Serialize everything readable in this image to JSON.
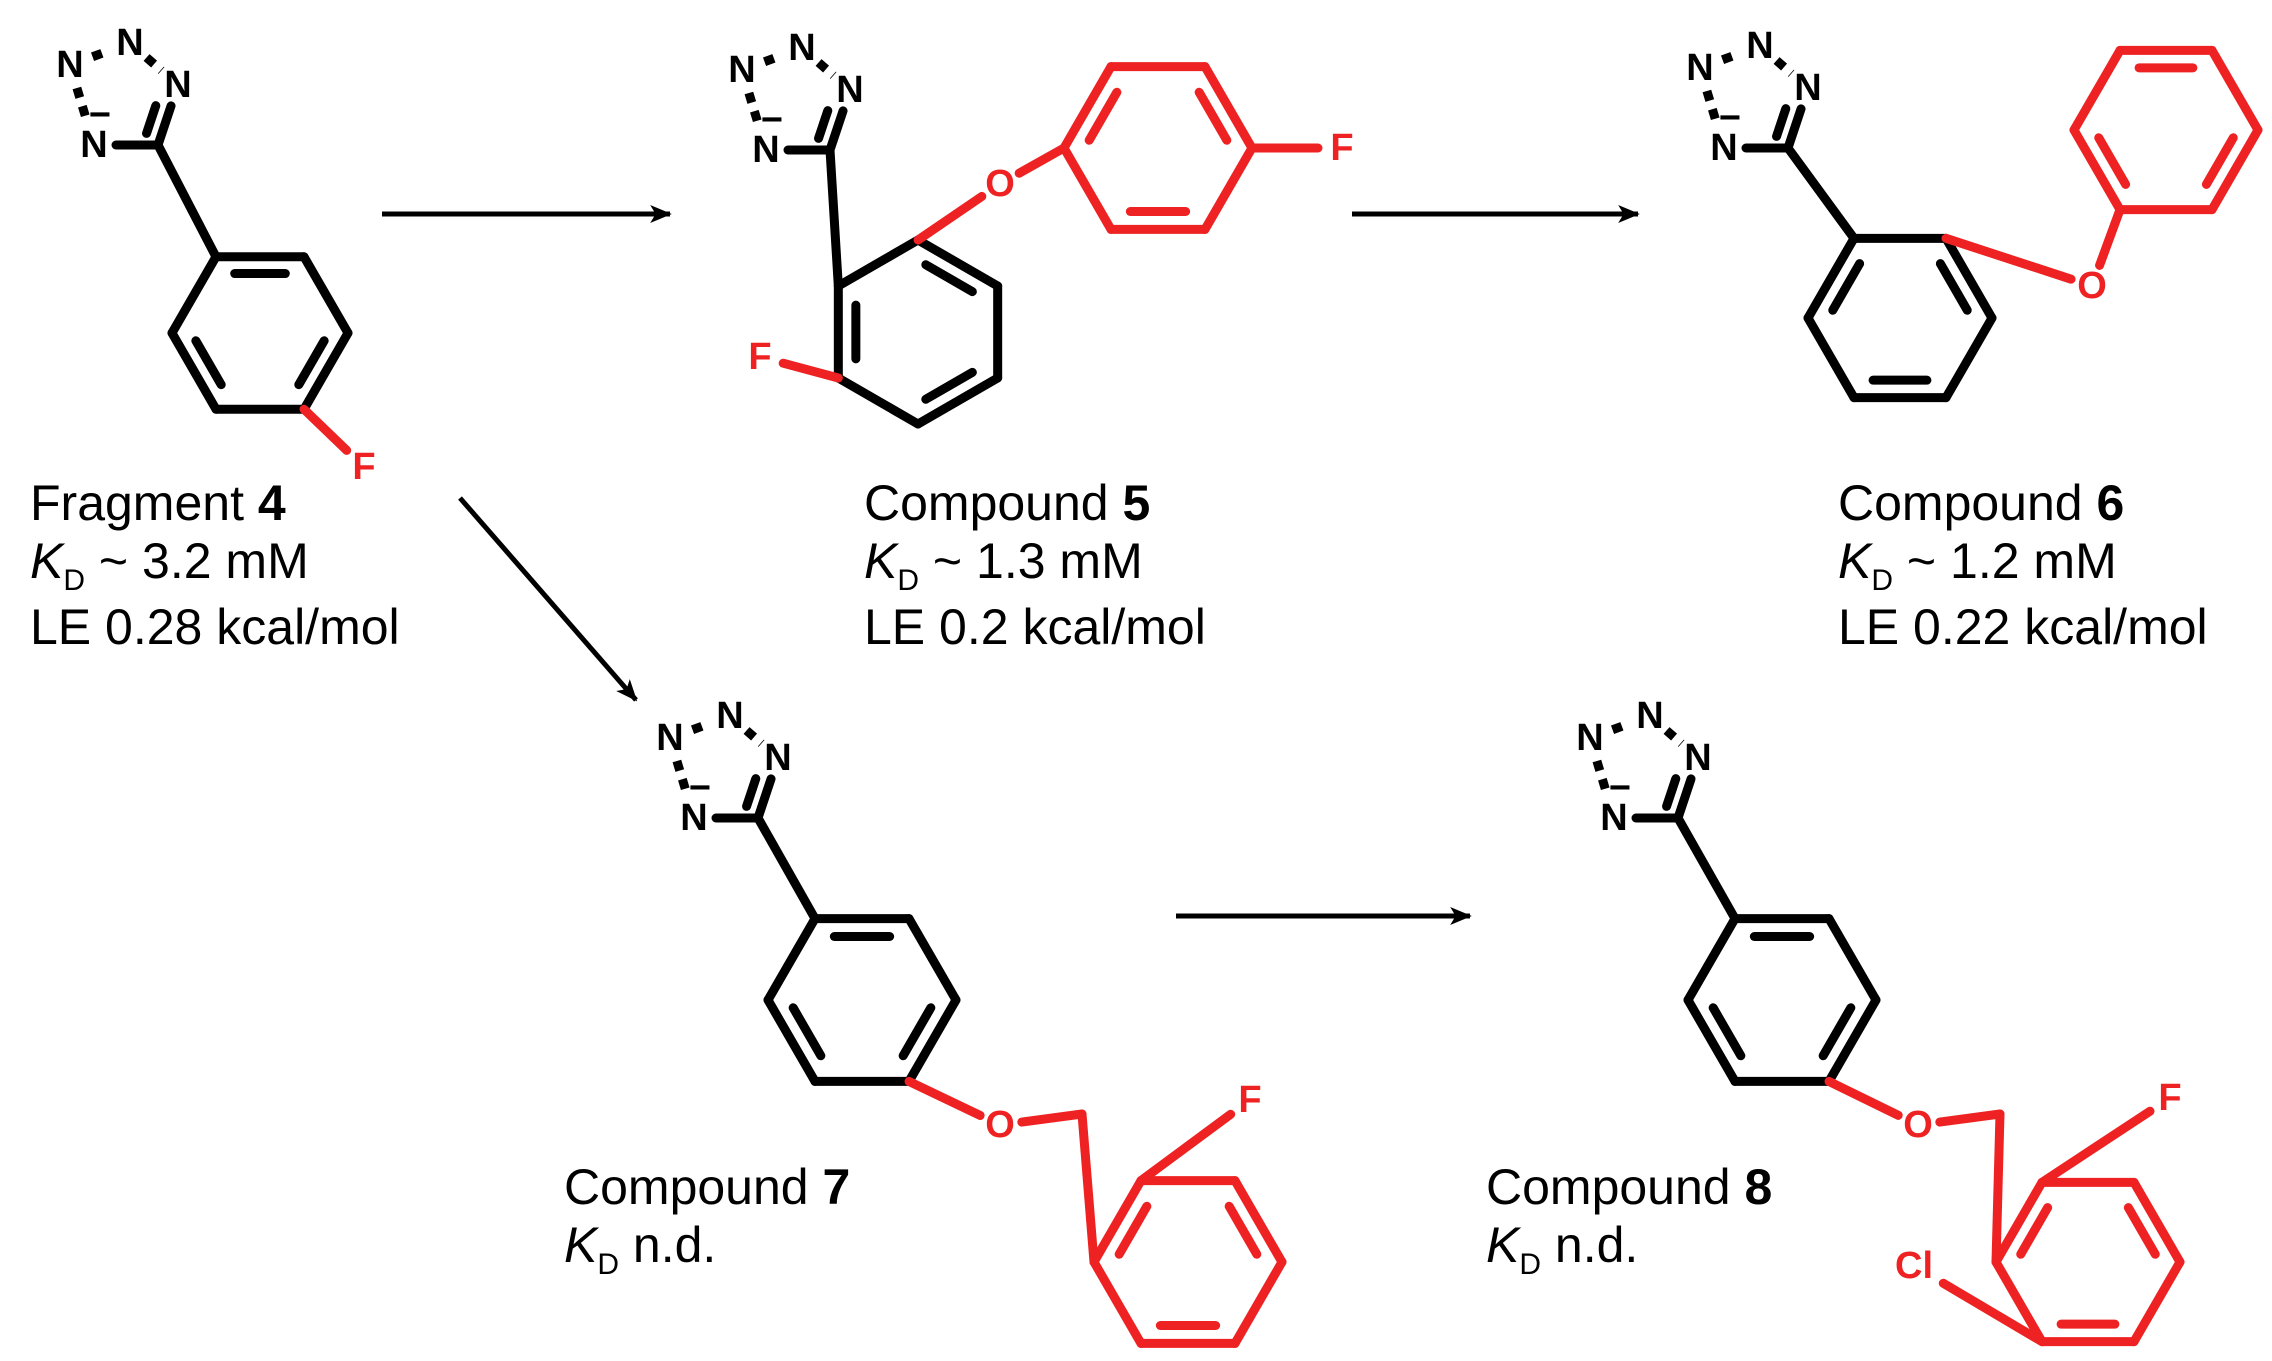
{
  "colors": {
    "scaffold": "#000000",
    "modification": "#ee2222"
  },
  "atoms": {
    "n": "N",
    "o": "O",
    "f": "F",
    "cl": "Cl",
    "charge": "−"
  },
  "compounds": [
    {
      "name": "Fragment",
      "number": "4",
      "kd_symbol": "K",
      "kd_subscript": "D",
      "kd_value": " ~ 3.2 mM",
      "le": "LE 0.28 kcal/mol"
    },
    {
      "name": "Compound",
      "number": "5",
      "kd_symbol": "K",
      "kd_subscript": "D",
      "kd_value": " ~ 1.3 mM",
      "le": "LE 0.2 kcal/mol"
    },
    {
      "name": "Compound",
      "number": "6",
      "kd_symbol": "K",
      "kd_subscript": "D",
      "kd_value": " ~ 1.2 mM",
      "le": "LE 0.22 kcal/mol"
    },
    {
      "name": "Compound",
      "number": "7",
      "kd_symbol": "K",
      "kd_subscript": "D",
      "kd_value": " n.d."
    },
    {
      "name": "Compound",
      "number": "8",
      "kd_symbol": "K",
      "kd_subscript": "D",
      "kd_value": " n.d."
    }
  ],
  "arrows": [
    {
      "from": "4",
      "to": "5"
    },
    {
      "from": "5",
      "to": "6"
    },
    {
      "from": "4",
      "to": "7"
    },
    {
      "from": "7",
      "to": "8"
    }
  ]
}
